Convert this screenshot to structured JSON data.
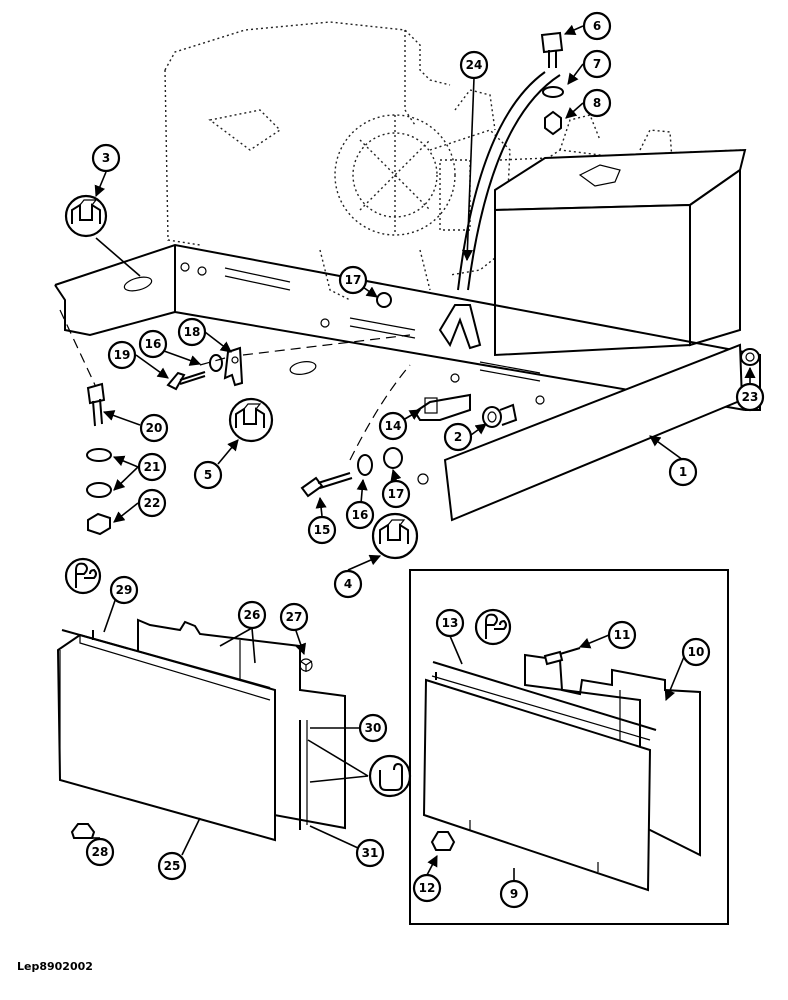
{
  "figure_ref": "Lep8902002",
  "callouts": [
    "1",
    "2",
    "3",
    "4",
    "5",
    "6",
    "7",
    "8",
    "9",
    "10",
    "11",
    "12",
    "13",
    "14",
    "15",
    "16",
    "17",
    "18",
    "19",
    "20",
    "21",
    "22",
    "23",
    "24",
    "25",
    "26",
    "27",
    "28",
    "29",
    "30",
    "31"
  ],
  "icons": [
    "clip-icon",
    "lubricate-icon"
  ]
}
